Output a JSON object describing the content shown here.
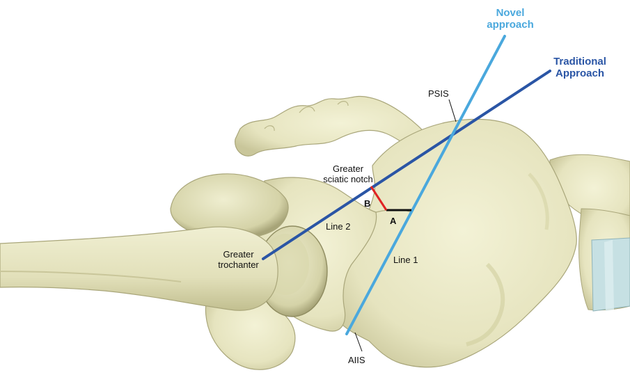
{
  "legend": {
    "novel": {
      "line1": "Novel",
      "line2": "approach",
      "color": "#4aa8dd"
    },
    "traditional": {
      "line1": "Traditional",
      "line2": "Approach",
      "color": "#2a55a5"
    }
  },
  "labels": {
    "psis": "PSIS",
    "sciatic_notch_line1": "Greater",
    "sciatic_notch_line2": "sciatic notch",
    "b": "B",
    "a": "A",
    "line2": "Line 2",
    "line1": "Line 1",
    "trochanter_line1": "Greater",
    "trochanter_line2": "trochanter",
    "aiis": "AIIS"
  },
  "colors": {
    "bone": "#ecebc9",
    "bone_shadow": "#c9c79c",
    "bone_dark": "#a9a67a",
    "cartilage": "#c6e0e3",
    "measure_a": "#111111",
    "measure_b": "#e02424"
  }
}
